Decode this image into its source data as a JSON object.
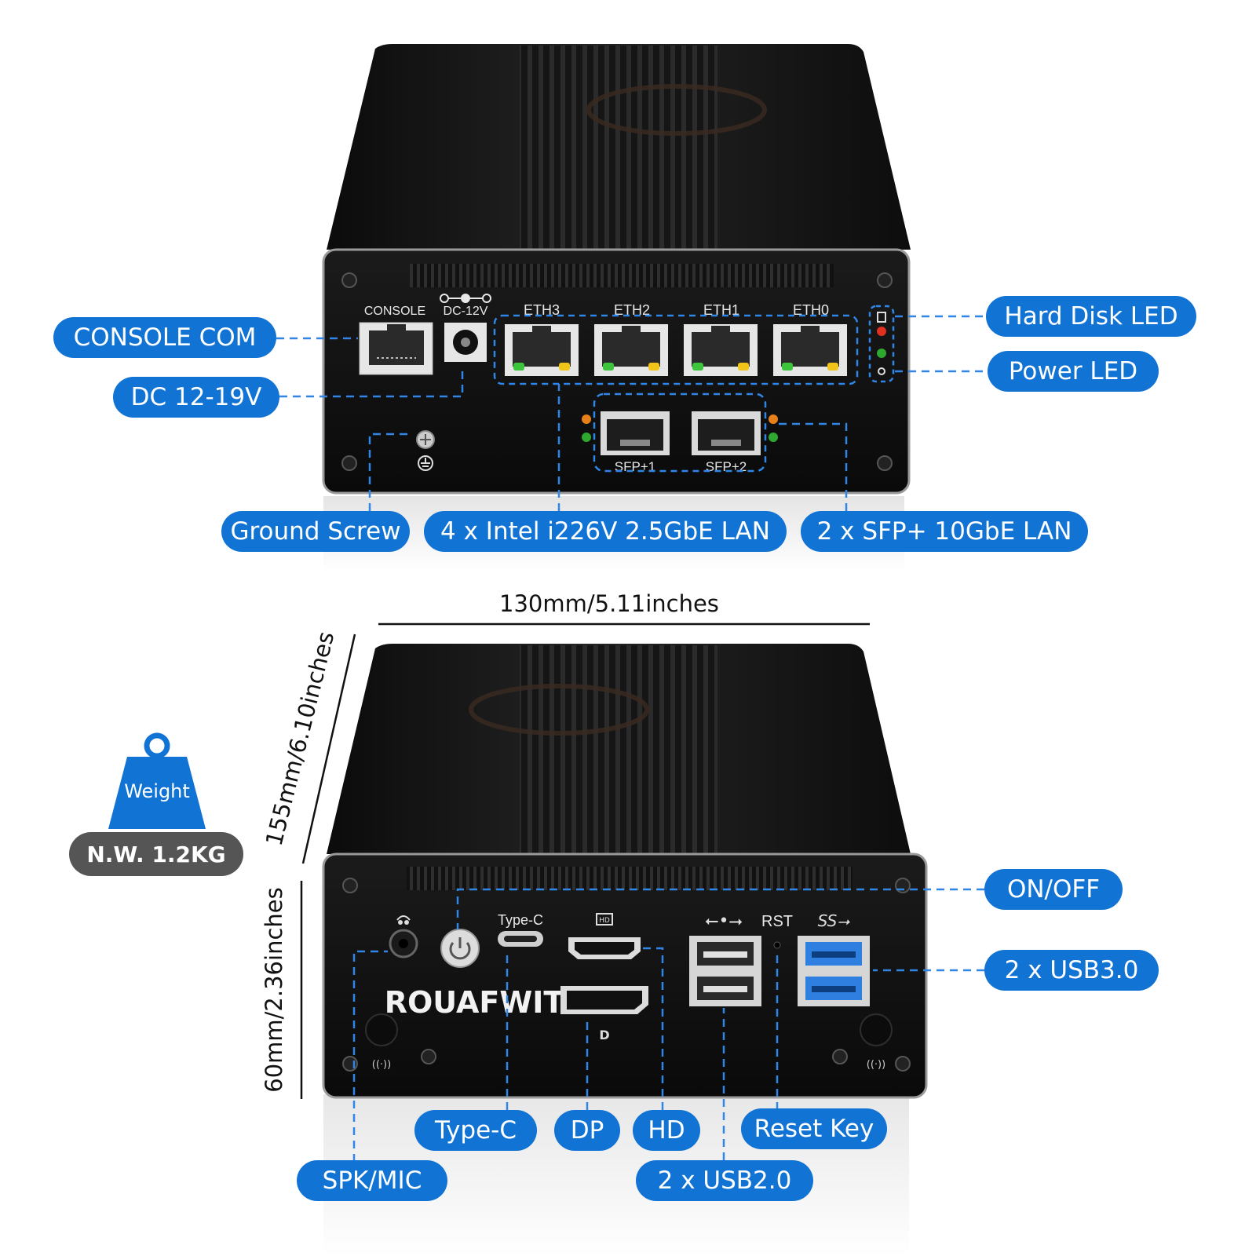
{
  "device": {
    "front": {
      "port_labels": {
        "console": "CONSOLE",
        "dc": "DC-12V",
        "eth3": "ETH3",
        "eth2": "ETH2",
        "eth1": "ETH1",
        "eth0": "ETH0",
        "sfp1": "SFP+1",
        "sfp2": "SFP+2"
      }
    },
    "rear": {
      "port_labels": {
        "typec": "Type-C",
        "rst": "RST"
      },
      "brand": "ROUAFWIT"
    }
  },
  "callouts": {
    "console_com": "CONSOLE COM",
    "dc_power": "DC 12-19V",
    "hard_disk_led": "Hard Disk LED",
    "power_led": "Power LED",
    "ground_screw": "Ground Screw",
    "lan": "4 x Intel i226V 2.5GbE LAN",
    "sfp": "2 x SFP+ 10GbE LAN",
    "on_off": "ON/OFF",
    "usb3": "2 x USB3.0",
    "typec": "Type-C",
    "dp": "DP",
    "hd": "HD",
    "reset": "Reset Key",
    "spk_mic": "SPK/MIC",
    "usb2": "2 x USB2.0"
  },
  "dimensions": {
    "width": "130mm/5.11inches",
    "depth": "155mm/6.10inches",
    "height": "60mm/2.36inches"
  },
  "weight": {
    "icon_label": "Weight",
    "value": "N.W. 1.2KG"
  },
  "colors": {
    "callout_blue": "#1173d4",
    "device_black": "#141414",
    "weight_gray": "#555555",
    "led_green": "#3cc43c",
    "led_yellow": "#f0c419",
    "usb3_blue": "#2f7fe0"
  }
}
